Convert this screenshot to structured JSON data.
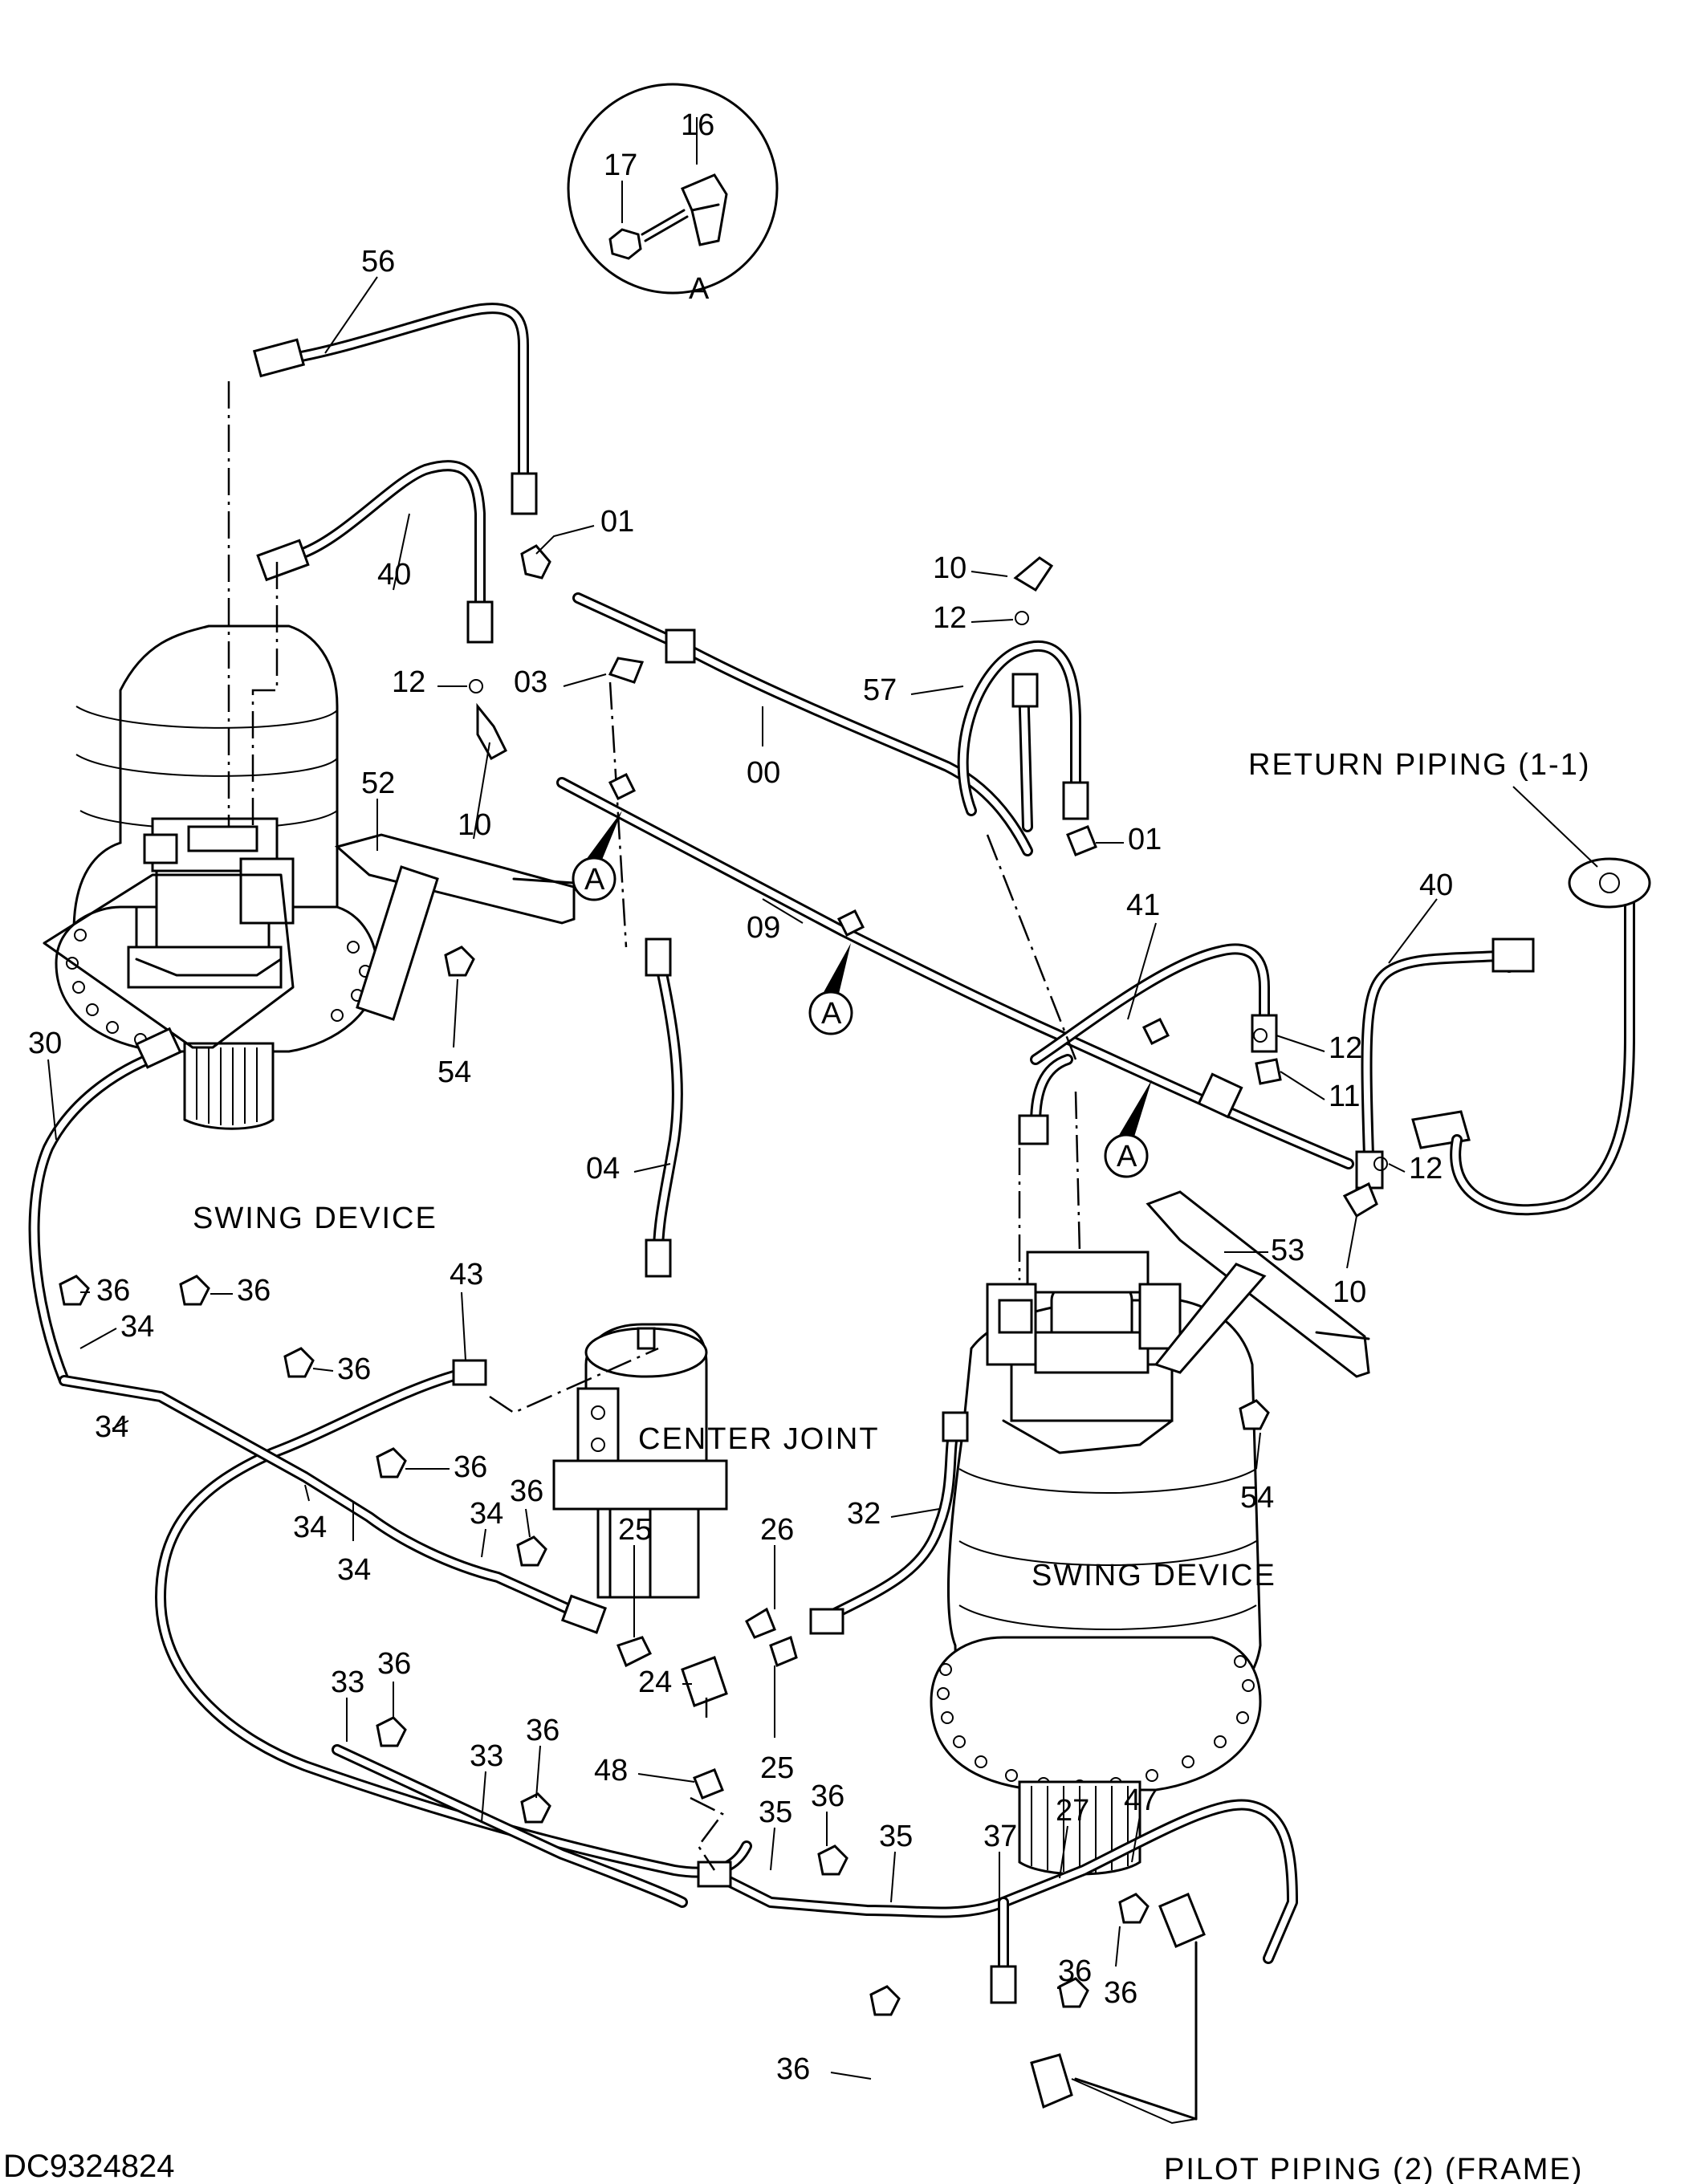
{
  "drawing_code": "DC9324824",
  "captions": {
    "swing_left": "SWING DEVICE",
    "swing_right": "SWING DEVICE",
    "center_joint": "CENTER JOINT",
    "return_piping": "RETURN PIPING (1-1)",
    "pilot_piping": "PILOT PIPING (2) (FRAME)",
    "detail_view": "A"
  },
  "detail_refs": [
    "A",
    "A",
    "A",
    "A"
  ],
  "part_labels": [
    "16",
    "17",
    "56",
    "40",
    "01",
    "10",
    "12",
    "03",
    "57",
    "00",
    "01",
    "12",
    "10",
    "52",
    "09",
    "41",
    "40",
    "12",
    "11",
    "54",
    "30",
    "04",
    "12",
    "10",
    "53",
    "36",
    "36",
    "34",
    "43",
    "36",
    "34",
    "36",
    "36",
    "54",
    "34",
    "34",
    "34",
    "32",
    "25",
    "26",
    "24",
    "25",
    "33",
    "36",
    "36",
    "33",
    "48",
    "35",
    "36",
    "35",
    "37",
    "27",
    "47",
    "36",
    "36",
    "36"
  ]
}
